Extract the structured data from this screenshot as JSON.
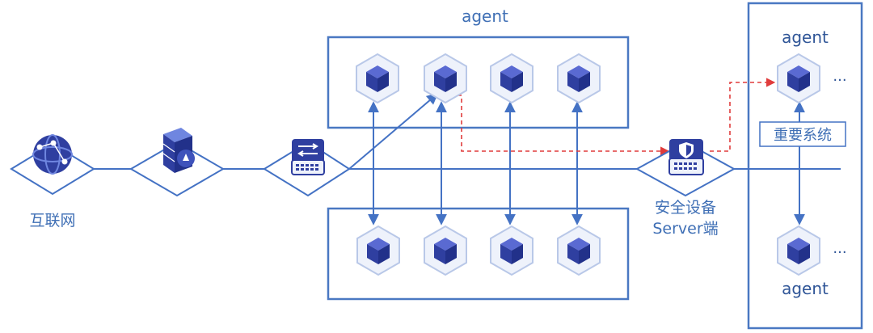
{
  "labels": {
    "agent_top": "agent",
    "agent_right_top": "agent",
    "agent_right_bottom": "agent",
    "internet": "互联网",
    "security_device_line1": "安全设备",
    "security_device_line2": "Server端",
    "important_system": "重要系统",
    "ellipsis_top": "...",
    "ellipsis_bottom": "..."
  },
  "colors": {
    "primary": "#4472c4",
    "frame": "#4a78c2",
    "agent_box": "#2f3fa0",
    "hex_fill": "#eef2fb",
    "alert_line": "#e03b3b",
    "text": "#3f6fb5"
  },
  "icons": {
    "internet": "globe-network-icon",
    "firewall": "brick-firewall-icon",
    "switch": "network-switch-icon",
    "security_server": "shield-server-icon",
    "agent": "hexagon-cube-icon"
  }
}
